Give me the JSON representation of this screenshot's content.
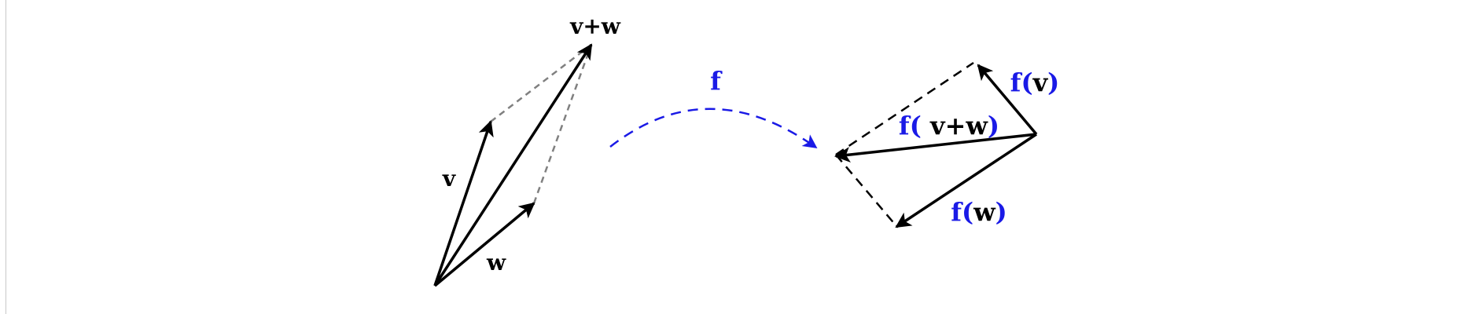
{
  "diagram": {
    "domain_labels": {
      "v": "v",
      "w": "w",
      "sum": "v+w"
    },
    "map_label": "f",
    "codomain_labels": {
      "fv_open": "f(",
      "fv_arg": "v",
      "fv_close": ")",
      "fw_open": "f(",
      "fw_arg": "w",
      "fw_close": ")",
      "fsum_open": "f(",
      "fsum_arg": " v+w",
      "fsum_close": ")"
    },
    "colors": {
      "vector": "#000000",
      "construction": "#808080",
      "map": "#1a1ae6",
      "text": "#000000"
    }
  }
}
